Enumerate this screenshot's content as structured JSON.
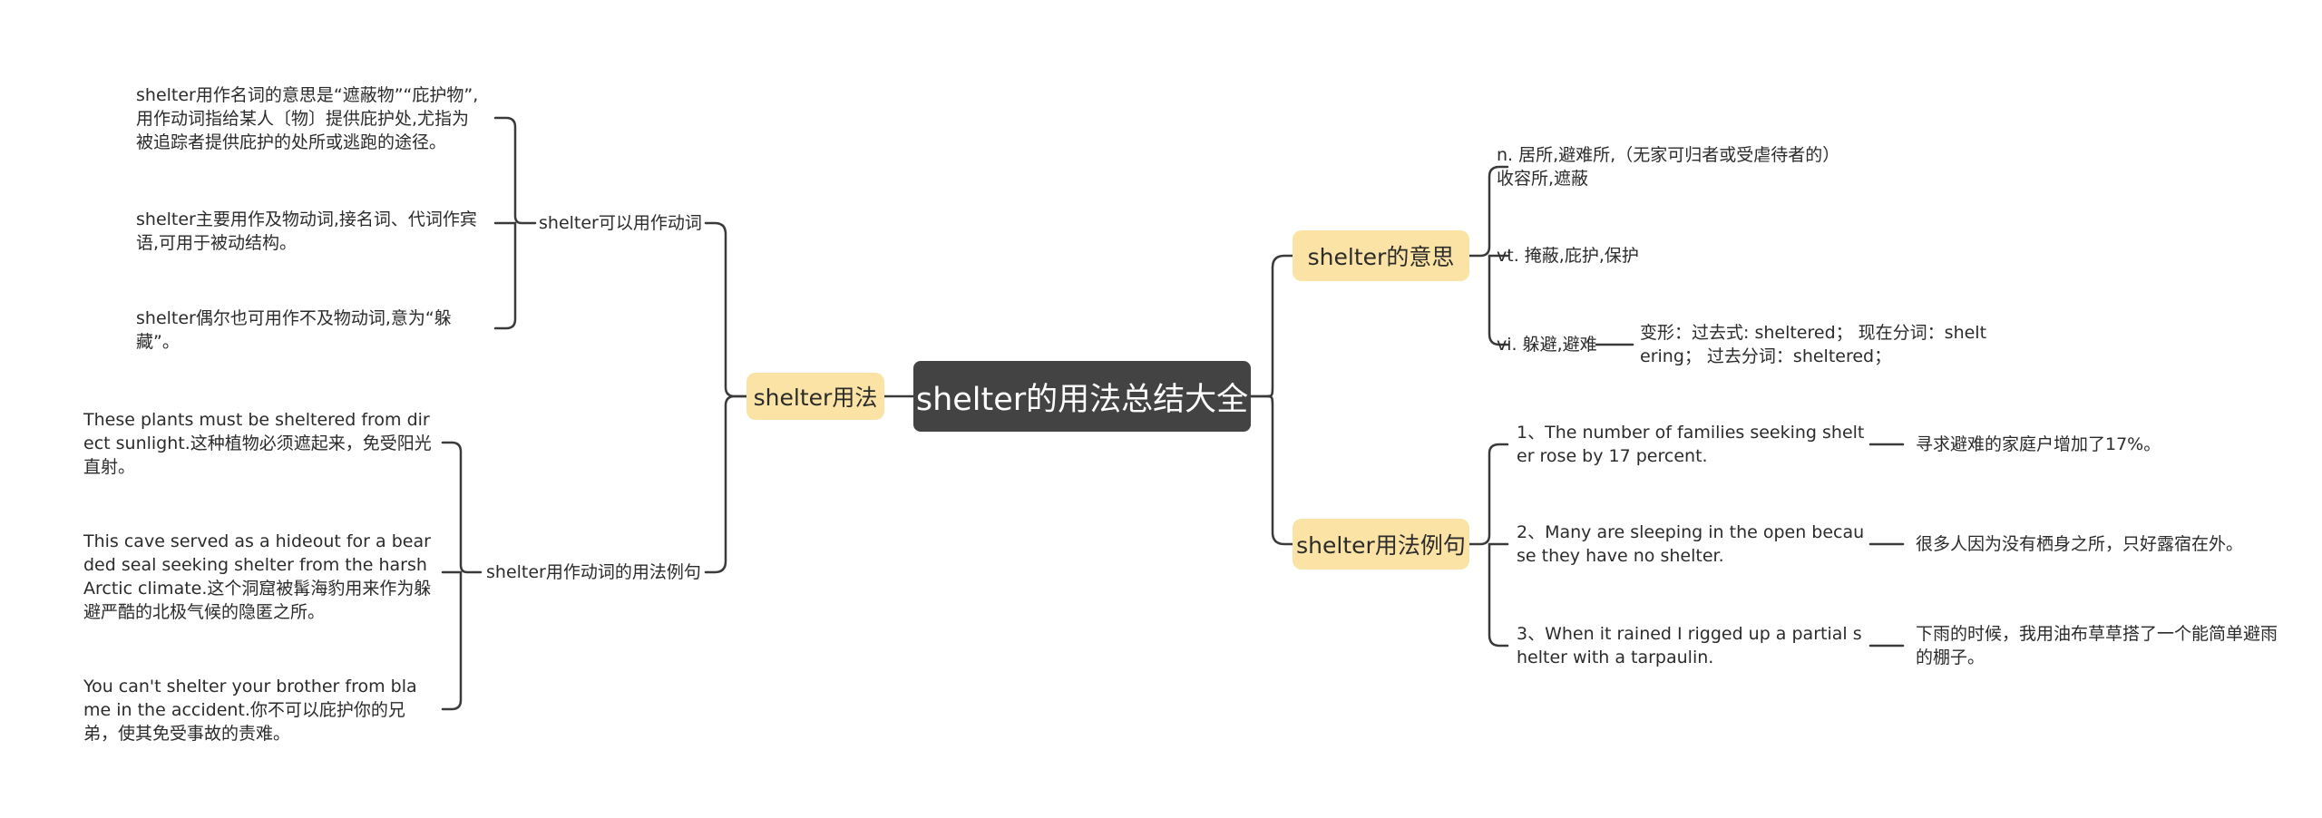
{
  "root": {
    "label": "shelter的用法总结大全"
  },
  "left": {
    "main": {
      "label": "shelter用法"
    },
    "groups": [
      {
        "label": "shelter可以用作动词",
        "items": [
          "shelter用作名词的意思是“遮蔽物”“庇护物”,用作动词指给某人〔物〕提供庇护处,尤指为被追踪者提供庇护的处所或逃跑的途径。",
          "shelter主要用作及物动词,接名词、代词作宾语,可用于被动结构。",
          "shelter偶尔也可用作不及物动词,意为“躲藏”。"
        ]
      },
      {
        "label": "shelter用作动词的用法例句",
        "items": [
          "These plants must be sheltered from direct sunlight.这种植物必须遮起来，免受阳光直射。",
          "This cave served as a hideout for a bearded seal seeking shelter from the harsh Arctic climate.这个洞窟被髯海豹用来作为躲避严酷的北极气候的隐匿之所。",
          "You can't shelter your brother from blame in the accident.你不可以庇护你的兄弟，使其免受事故的责难。"
        ]
      }
    ]
  },
  "right": {
    "meaning": {
      "label": "shelter的意思",
      "items": [
        {
          "text": "n. 居所,避难所,（无家可归者或受虐待者的）收容所,遮蔽"
        },
        {
          "text": "vt. 掩蔽,庇护,保护"
        },
        {
          "text": "vi. 躲避,避难",
          "child": "变形：过去式: sheltered；  现在分词：sheltering；  过去分词：sheltered；"
        }
      ]
    },
    "examples": {
      "label": "shelter用法例句",
      "items": [
        {
          "en": "1、The number of families seeking shelter rose by 17 percent.",
          "zh": "寻求避难的家庭户增加了17%。"
        },
        {
          "en": "2、Many are sleeping in the open because they have no shelter.",
          "zh": "很多人因为没有栖身之所，只好露宿在外。"
        },
        {
          "en": "3、When it rained I rigged up a partial shelter with a tarpaulin.",
          "zh": "下雨的时候，我用油布草草搭了一个能简单避雨的棚子。"
        }
      ]
    }
  },
  "colors": {
    "root_bg": "#434343",
    "main_bg": "#fbe3a6",
    "line": "#3a3a3a"
  }
}
